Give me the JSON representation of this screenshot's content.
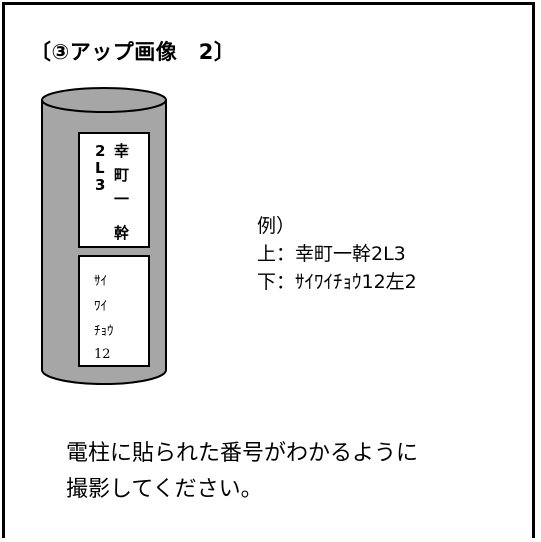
{
  "title": "〔③アップ画像　2〕",
  "pole": {
    "upper_label": {
      "left_col": [
        "2",
        "L",
        "3"
      ],
      "right_col": [
        "幸",
        "町",
        "一",
        "",
        "幹"
      ]
    },
    "lower_label": [
      "ｻｲ",
      "ﾜｲ",
      "ﾁｮｳ",
      "12"
    ],
    "colors": {
      "pole_fill": "#a6a6a6",
      "label_fill": "#ffffff",
      "outline": "#000000"
    }
  },
  "example": {
    "heading": "例）",
    "line_upper": "上：幸町一幹2L3",
    "line_lower": "下：ｻｲﾜｲﾁｮｳ12左2"
  },
  "instruction": {
    "line1": "電柱に貼られた番号がわかるように",
    "line2": "撮影してください。"
  }
}
